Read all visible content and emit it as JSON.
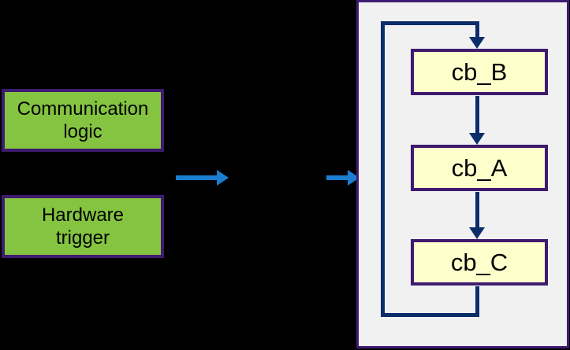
{
  "colors": {
    "background": "#000000",
    "green_fill": "#84c441",
    "purple_border": "#3e1a70",
    "yellow_fill": "#ffffcc",
    "navy_line": "#0c2d69",
    "blue_arrow": "#1b7ed0",
    "panel_fill": "#f1f1f2",
    "text_color": "#000000"
  },
  "left_boxes": [
    {
      "line1": "Communication",
      "line2": "logic"
    },
    {
      "line1": "Hardware",
      "line2": "trigger"
    }
  ],
  "callbacks": [
    {
      "label": "cb_B"
    },
    {
      "label": "cb_A"
    },
    {
      "label": "cb_C"
    }
  ],
  "icons": {
    "flow_arrow_1": "right-arrow",
    "flow_arrow_2": "right-arrow",
    "loop_entry_arrow": "down-arrow",
    "connector_b_to_a": "down-arrow",
    "connector_a_to_c": "down-arrow"
  }
}
